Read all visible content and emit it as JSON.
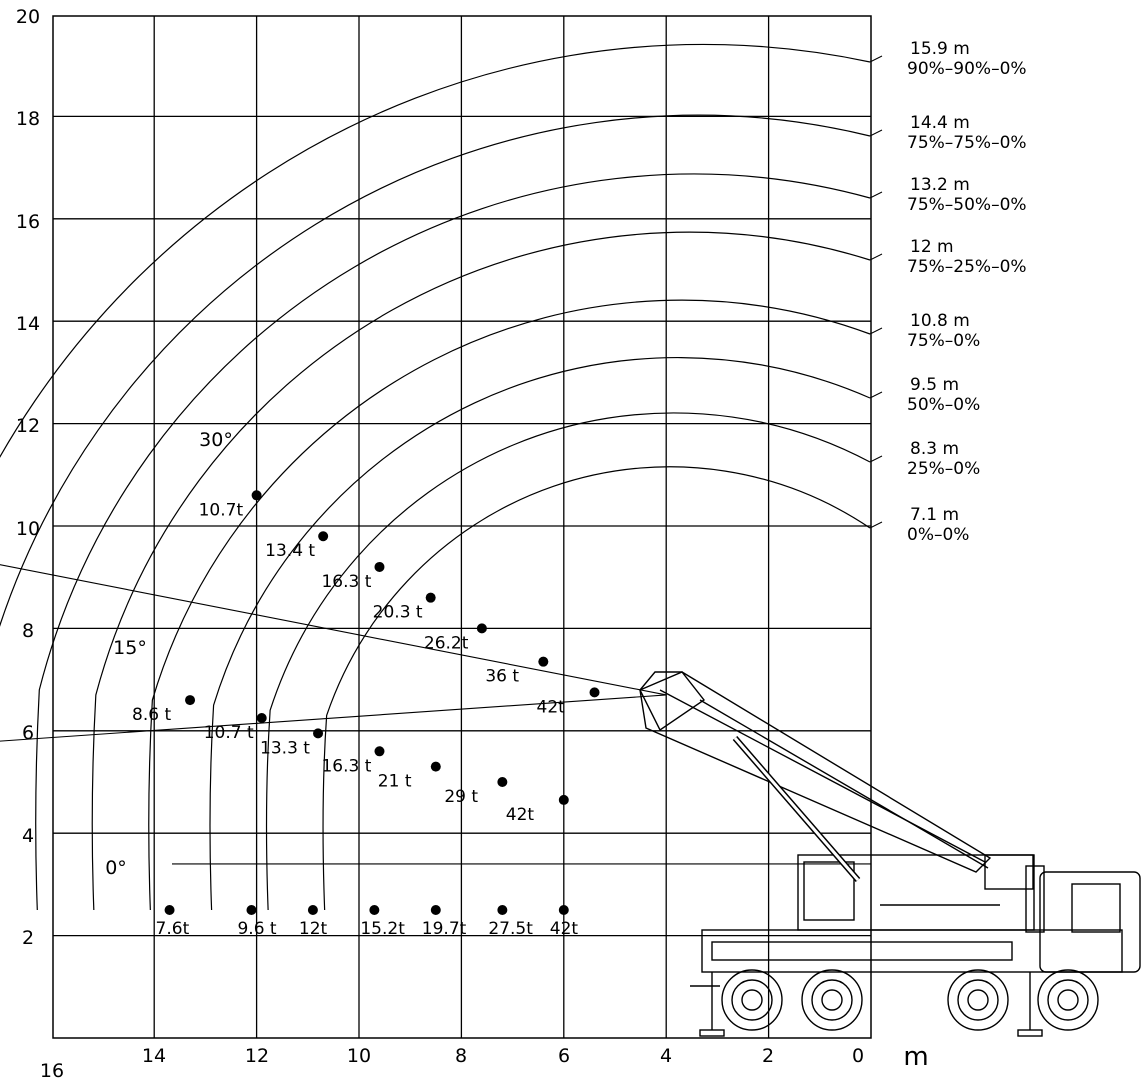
{
  "units": {
    "axis_unit": "m"
  },
  "x_ticks": [
    "16",
    "14",
    "12",
    "10",
    "8",
    "6",
    "4",
    "2",
    "0"
  ],
  "y_ticks": [
    "20",
    "18",
    "16",
    "14",
    "12",
    "10",
    "8",
    "6",
    "4",
    "2"
  ],
  "angles": [
    "30°",
    "15°",
    "0°"
  ],
  "booms": [
    {
      "length": "15.9  m",
      "ext": "90%–90%–0%",
      "r": 15.9,
      "loads": {
        "30": "10.7t",
        "15": "8.6  t",
        "0": "7.6t"
      }
    },
    {
      "length": "14.4  m",
      "ext": "75%–75%–0%",
      "r": 14.4,
      "loads": {
        "30": "13.4  t",
        "15": "10.7  t",
        "0": "9.6  t"
      }
    },
    {
      "length": "13.2  m",
      "ext": "75%–50%–0%",
      "r": 13.2,
      "loads": {
        "30": "16.3  t",
        "15": "13.3  t",
        "0": "12t"
      }
    },
    {
      "length": "12  m",
      "ext": "75%–25%–0%",
      "r": 12.0,
      "loads": {
        "30": "20.3  t",
        "15": "16.3  t",
        "0": "15.2t"
      }
    },
    {
      "length": "10.8  m",
      "ext": "75%–0%",
      "r": 10.8,
      "loads": {
        "30": "26.2t",
        "15": "21  t",
        "0": "19.7t"
      }
    },
    {
      "length": "9.5  m",
      "ext": "50%–0%",
      "r": 9.5,
      "loads": {
        "30": "36  t",
        "15": "29  t",
        "0": "27.5t"
      }
    },
    {
      "length": "8.3  m",
      "ext": "25%–0%",
      "r": 8.3,
      "loads": {
        "30": "42t",
        "15": "42t",
        "0": "42t"
      }
    },
    {
      "length": "7.1  m",
      "ext": "0%–0%",
      "r": 7.1,
      "loads": {
        "30": "",
        "15": "",
        "0": ""
      }
    }
  ]
}
